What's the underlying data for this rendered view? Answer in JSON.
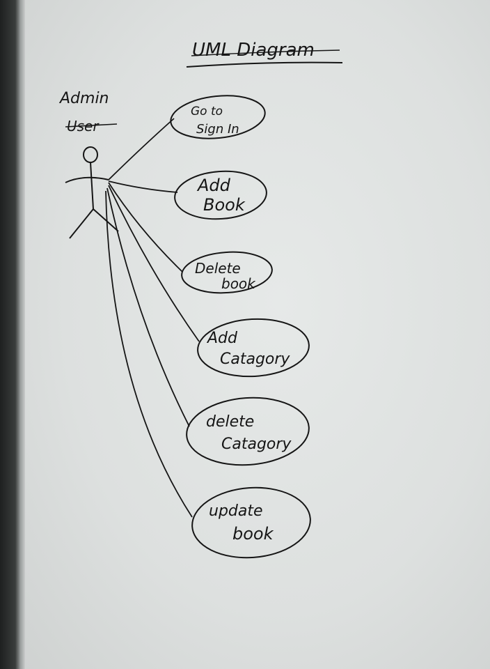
{
  "title": "UML Diagram",
  "actor": {
    "label": "Admin",
    "crossed_label": "User"
  },
  "use_cases": [
    {
      "id": "signin",
      "lines": [
        "Go to",
        "Sign In"
      ]
    },
    {
      "id": "add-book",
      "lines": [
        "Add",
        "Book"
      ]
    },
    {
      "id": "delete-book",
      "lines": [
        "Delete",
        "book"
      ]
    },
    {
      "id": "add-category",
      "lines": [
        "Add",
        "Catagory"
      ]
    },
    {
      "id": "delete-category",
      "lines": [
        "delete",
        "Catagory"
      ]
    },
    {
      "id": "update-book",
      "lines": [
        "update",
        "book"
      ]
    }
  ],
  "ink_color": "#151515"
}
